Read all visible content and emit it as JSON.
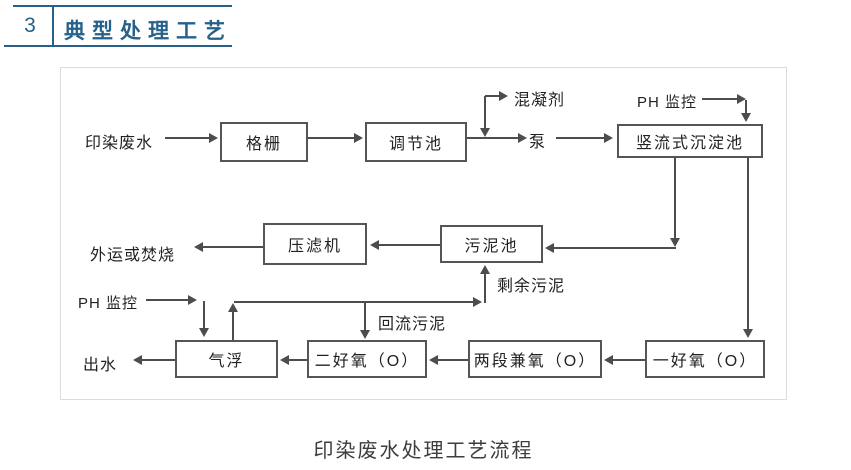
{
  "header": {
    "number": "3",
    "title": "典型处理工艺"
  },
  "diagram": {
    "boxes": {
      "bar_screen": "格栅",
      "equalization_tank": "调节池",
      "sedimentation_tank": "竖流式沉淀池",
      "filter_press": "压滤机",
      "sludge_tank": "污泥池",
      "air_flotation": "气浮",
      "aerobic_2": "二好氧（O）",
      "facultative_2stage": "两段兼氧（O）",
      "aerobic_1": "一好氧（O）"
    },
    "labels": {
      "influent": "印染废水",
      "coagulant": "混凝剂",
      "pump": "泵",
      "ph_monitor_top": "PH 监控",
      "disposal": "外运或焚烧",
      "excess_sludge": "剩余污泥",
      "ph_monitor_bottom": "PH 监控",
      "return_sludge": "回流污泥",
      "effluent": "出水"
    }
  },
  "caption": "印染废水处理工艺流程",
  "colors": {
    "accent": "#26618a",
    "line": "#4d4d4d",
    "box_border": "#555555",
    "panel_border": "#dcdcdc",
    "text": "#222222"
  }
}
